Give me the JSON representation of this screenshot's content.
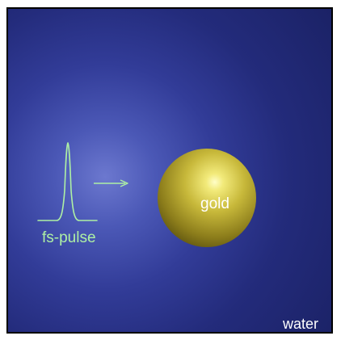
{
  "labels": {
    "pulse": "fs-pulse",
    "particle": "gold",
    "medium": "water"
  },
  "colors": {
    "background": "#2a3486",
    "pulse": "#aef0a4",
    "gold": "#bdb030",
    "text": "#ffffff"
  }
}
